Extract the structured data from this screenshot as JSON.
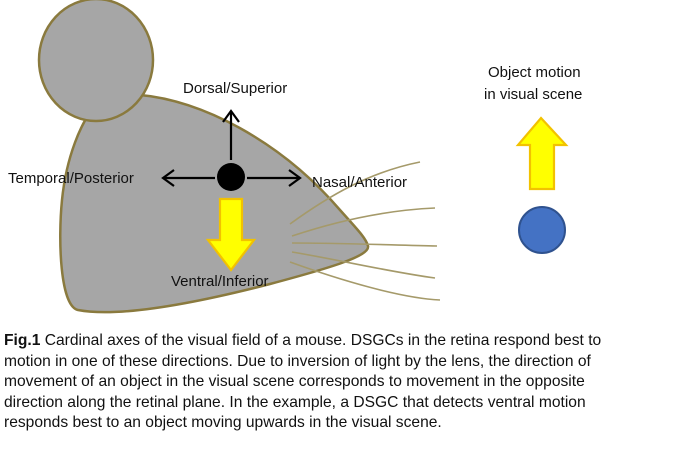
{
  "diagram": {
    "labels": {
      "dorsal": "Dorsal/Superior",
      "ventral": "Ventral/Inferior",
      "temporal": "Temporal/Posterior",
      "nasal": "Nasal/Anterior",
      "object_motion_line1": "Object motion",
      "object_motion_line2": "in visual scene"
    },
    "colors": {
      "head_fill": "#a6a6a6",
      "head_stroke": "#8a7a3e",
      "whisker": "#a59a6a",
      "arrow_yellow_fill": "#ffff00",
      "arrow_yellow_stroke": "#f2c200",
      "object_fill": "#4472c4",
      "object_stroke": "#2f528f",
      "center_dot": "#000000"
    },
    "icons": {
      "head": "mouse-head-silhouette",
      "center": "retina-center-dot",
      "arrows": "cardinal-direction-arrows",
      "ventral_arrow": "yellow-down-arrow",
      "object_arrow": "yellow-up-arrow",
      "object": "blue-circle-object"
    }
  },
  "caption": {
    "fig_label": "Fig.1",
    "line1_rest": " Cardinal axes of the visual field of a mouse. DSGCs in the retina respond best to",
    "line2": "motion in one of these directions. Due to inversion of light by the lens, the direction of",
    "line3": "movement of an object in the visual scene corresponds to movement in the opposite",
    "line4": "direction along the retinal plane. In the example, a DSGC that detects ventral motion",
    "line5": "responds best to an object moving upwards in the visual scene."
  }
}
